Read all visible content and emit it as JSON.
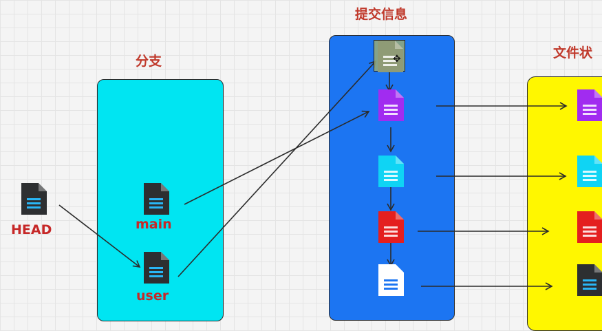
{
  "headings": {
    "branches": "分支",
    "commits": "提交信息",
    "files": "文件状"
  },
  "labels": {
    "head": "HEAD",
    "main": "main",
    "user": "user"
  },
  "colors": {
    "branch_panel": "#00e5f2",
    "commit_panel": "#1c75f2",
    "file_panel": "#fff700",
    "heading_text": "#c0392b",
    "label_text": "#c62828",
    "doc_dark": "#2d2f31",
    "commit_1": "#8f9b76",
    "commit_2": "#a12cf0",
    "commit_3": "#0fd4f4",
    "commit_4": "#e41f1f",
    "commit_5": "#ffffff",
    "file_1": "#a12cf0",
    "file_2": "#0fd4f4",
    "file_3": "#e41f1f",
    "file_4": "#2d2f31",
    "arrow": "#2b2b2b"
  },
  "icons": {
    "document": "document-icon",
    "cursor": "move-cursor-icon"
  }
}
